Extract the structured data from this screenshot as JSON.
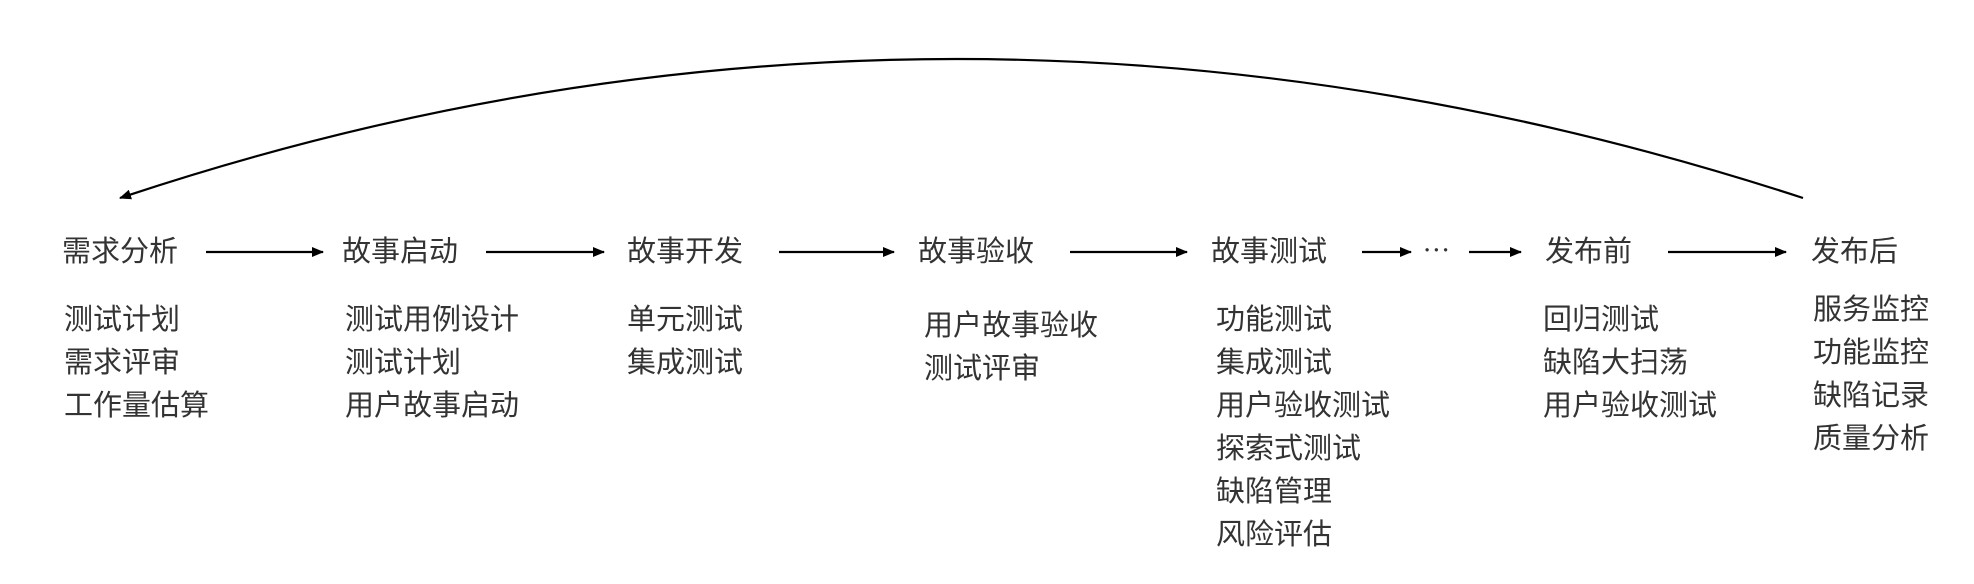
{
  "stages": [
    {
      "title": "需求分析",
      "items": [
        "测试计划",
        "需求评审",
        "工作量估算"
      ]
    },
    {
      "title": "故事启动",
      "items": [
        "测试用例设计",
        "测试计划",
        "用户故事启动"
      ]
    },
    {
      "title": "故事开发",
      "items": [
        "单元测试",
        "集成测试"
      ]
    },
    {
      "title": "故事验收",
      "items": [
        "用户故事验收",
        "测试评审"
      ]
    },
    {
      "title": "故事测试",
      "items": [
        "功能测试",
        "集成测试",
        "用户验收测试",
        "探索式测试",
        "缺陷管理",
        "风险评估"
      ]
    },
    {
      "title": "发布前",
      "items": [
        "回归测试",
        "缺陷大扫荡",
        "用户验收测试"
      ]
    },
    {
      "title": "发布后",
      "items": [
        "服务监控",
        "功能监控",
        "缺陷记录",
        "质量分析"
      ]
    }
  ],
  "ellipsis": "···",
  "colors": {
    "text": "#333333",
    "line": "#000000"
  }
}
